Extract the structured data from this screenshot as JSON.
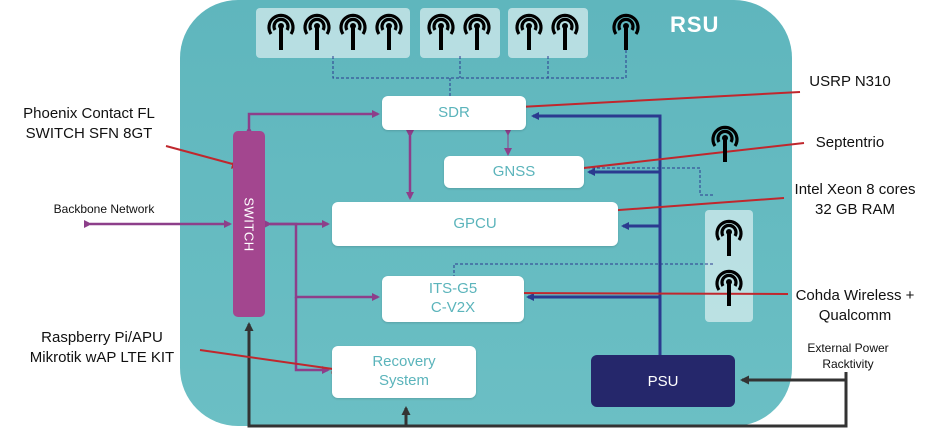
{
  "rsu": {
    "title": "RSU"
  },
  "blocks": {
    "sdr": "SDR",
    "gnss": "GNSS",
    "gpcu": "GPCU",
    "itsg5_line1": "ITS-G5",
    "itsg5_line2": "C-V2X",
    "recovery_line1": "Recovery",
    "recovery_line2": "System",
    "switch": "SWITCH",
    "psu": "PSU"
  },
  "annotations": {
    "phoenix_line1": "Phoenix Contact FL",
    "phoenix_line2": "SWITCH SFN 8GT",
    "backbone": "Backbone Network",
    "raspberry_line1": "Raspberry Pi/APU",
    "raspberry_line2": "Mikrotik wAP LTE KIT",
    "usrp": "USRP N310",
    "septentrio": "Septentrio",
    "intel_line1": "Intel Xeon 8 cores",
    "intel_line2": "32 GB RAM",
    "cohda_line1": "Cohda Wireless +",
    "cohda_line2": "Qualcomm",
    "power_line1": "External Power",
    "power_line2": "Racktivity"
  },
  "colors": {
    "rsu_background": "#62b8bf",
    "switch": "#a3468f",
    "psu": "#25276b",
    "data_link": "#8d3f8a",
    "power_link": "#2b3a8f",
    "pointer": "#c0272d",
    "ground_line": "#333333"
  },
  "icons": {
    "antenna": "antenna-icon"
  }
}
